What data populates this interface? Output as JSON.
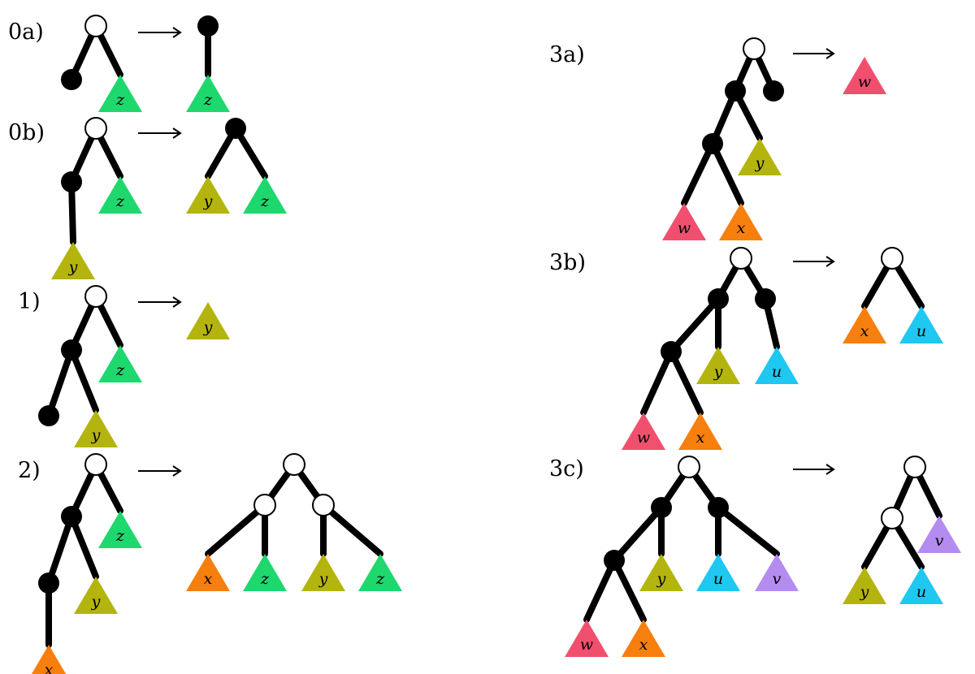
{
  "colors": {
    "w": "#f0506e",
    "x": "#f77f0e",
    "y": "#b4b40e",
    "z": "#1ed86e",
    "u": "#1ec8f0",
    "v": "#b48cf0"
  },
  "panels": [
    {
      "id": "0a",
      "label": "0a)",
      "lhs": {
        "nodes": [
          {
            "k": "n1",
            "fill": "open"
          },
          {
            "k": "n2",
            "fill": "filled"
          }
        ],
        "edges": [
          [
            "n1",
            "n2"
          ],
          [
            "n1",
            "tz"
          ]
        ],
        "subtrees": [
          {
            "k": "tz",
            "var": "z"
          }
        ]
      },
      "rhs": {
        "nodes": [
          {
            "k": "n1",
            "fill": "filled"
          }
        ],
        "edges": [
          [
            "n1",
            "tz"
          ]
        ],
        "subtrees": [
          {
            "k": "tz",
            "var": "z"
          }
        ]
      }
    },
    {
      "id": "0b",
      "label": "0b)",
      "lhs": {
        "nodes": [
          {
            "k": "n1",
            "fill": "open"
          },
          {
            "k": "n2",
            "fill": "filled"
          }
        ],
        "edges": [
          [
            "n1",
            "n2"
          ],
          [
            "n1",
            "tz"
          ],
          [
            "n2",
            "ty"
          ]
        ],
        "subtrees": [
          {
            "k": "tz",
            "var": "z"
          },
          {
            "k": "ty",
            "var": "y"
          }
        ]
      },
      "rhs": {
        "nodes": [
          {
            "k": "n1",
            "fill": "filled"
          }
        ],
        "edges": [
          [
            "n1",
            "ty"
          ],
          [
            "n1",
            "tz"
          ]
        ],
        "subtrees": [
          {
            "k": "ty",
            "var": "y"
          },
          {
            "k": "tz",
            "var": "z"
          }
        ]
      }
    },
    {
      "id": "1",
      "label": "1)",
      "lhs": {
        "nodes": [
          {
            "k": "n1",
            "fill": "open"
          },
          {
            "k": "n2",
            "fill": "filled"
          },
          {
            "k": "n3",
            "fill": "filled"
          }
        ],
        "edges": [
          [
            "n1",
            "n2"
          ],
          [
            "n1",
            "tz"
          ],
          [
            "n2",
            "n3"
          ],
          [
            "n2",
            "ty"
          ]
        ],
        "subtrees": [
          {
            "k": "tz",
            "var": "z"
          },
          {
            "k": "ty",
            "var": "y"
          }
        ]
      },
      "rhs": {
        "nodes": [],
        "edges": [],
        "subtrees": [
          {
            "k": "ty",
            "var": "y"
          }
        ]
      }
    },
    {
      "id": "2",
      "label": "2)",
      "lhs": {
        "nodes": [
          {
            "k": "n1",
            "fill": "open"
          },
          {
            "k": "n2",
            "fill": "filled"
          },
          {
            "k": "n3",
            "fill": "filled"
          }
        ],
        "edges": [
          [
            "n1",
            "n2"
          ],
          [
            "n1",
            "tz"
          ],
          [
            "n2",
            "n3"
          ],
          [
            "n2",
            "ty"
          ],
          [
            "n3",
            "tx"
          ]
        ],
        "subtrees": [
          {
            "k": "tz",
            "var": "z"
          },
          {
            "k": "ty",
            "var": "y"
          },
          {
            "k": "tx",
            "var": "x"
          }
        ]
      },
      "rhs": {
        "nodes": [
          {
            "k": "n1",
            "fill": "open"
          },
          {
            "k": "n2",
            "fill": "open"
          },
          {
            "k": "n3",
            "fill": "open"
          }
        ],
        "edges": [
          [
            "n1",
            "n2"
          ],
          [
            "n1",
            "n3"
          ],
          [
            "n2",
            "tx"
          ],
          [
            "n2",
            "tz1"
          ],
          [
            "n3",
            "ty"
          ],
          [
            "n3",
            "tz2"
          ]
        ],
        "subtrees": [
          {
            "k": "tx",
            "var": "x"
          },
          {
            "k": "tz1",
            "var": "z"
          },
          {
            "k": "ty",
            "var": "y"
          },
          {
            "k": "tz2",
            "var": "z"
          }
        ]
      }
    },
    {
      "id": "3a",
      "label": "3a)",
      "lhs": {
        "nodes": [
          {
            "k": "n1",
            "fill": "open"
          },
          {
            "k": "n2",
            "fill": "filled"
          },
          {
            "k": "n3",
            "fill": "filled"
          },
          {
            "k": "n4",
            "fill": "filled"
          }
        ],
        "edges": [
          [
            "n1",
            "n2"
          ],
          [
            "n1",
            "n3"
          ],
          [
            "n2",
            "n4"
          ],
          [
            "n2",
            "ty"
          ],
          [
            "n4",
            "tw"
          ],
          [
            "n4",
            "tx"
          ]
        ],
        "subtrees": [
          {
            "k": "ty",
            "var": "y"
          },
          {
            "k": "tw",
            "var": "w"
          },
          {
            "k": "tx",
            "var": "x"
          }
        ]
      },
      "rhs": {
        "nodes": [],
        "edges": [],
        "subtrees": [
          {
            "k": "tw",
            "var": "w"
          }
        ]
      }
    },
    {
      "id": "3b",
      "label": "3b)",
      "lhs": {
        "nodes": [
          {
            "k": "n1",
            "fill": "open"
          },
          {
            "k": "n2",
            "fill": "filled"
          },
          {
            "k": "n3",
            "fill": "filled"
          },
          {
            "k": "n4",
            "fill": "filled"
          }
        ],
        "edges": [
          [
            "n1",
            "n2"
          ],
          [
            "n1",
            "n3"
          ],
          [
            "n2",
            "n4"
          ],
          [
            "n2",
            "ty"
          ],
          [
            "n3",
            "tu"
          ],
          [
            "n4",
            "tw"
          ],
          [
            "n4",
            "tx"
          ]
        ],
        "subtrees": [
          {
            "k": "ty",
            "var": "y"
          },
          {
            "k": "tu",
            "var": "u"
          },
          {
            "k": "tw",
            "var": "w"
          },
          {
            "k": "tx",
            "var": "x"
          }
        ]
      },
      "rhs": {
        "nodes": [
          {
            "k": "n1",
            "fill": "open"
          }
        ],
        "edges": [
          [
            "n1",
            "tx"
          ],
          [
            "n1",
            "tu"
          ]
        ],
        "subtrees": [
          {
            "k": "tx",
            "var": "x"
          },
          {
            "k": "tu",
            "var": "u"
          }
        ]
      }
    },
    {
      "id": "3c",
      "label": "3c)",
      "lhs": {
        "nodes": [
          {
            "k": "n1",
            "fill": "open"
          },
          {
            "k": "n2",
            "fill": "filled"
          },
          {
            "k": "n3",
            "fill": "filled"
          },
          {
            "k": "n4",
            "fill": "filled"
          }
        ],
        "edges": [
          [
            "n1",
            "n2"
          ],
          [
            "n1",
            "n3"
          ],
          [
            "n2",
            "n4"
          ],
          [
            "n2",
            "ty"
          ],
          [
            "n3",
            "tu"
          ],
          [
            "n3",
            "tv"
          ],
          [
            "n4",
            "tw"
          ],
          [
            "n4",
            "tx"
          ]
        ],
        "subtrees": [
          {
            "k": "ty",
            "var": "y"
          },
          {
            "k": "tu",
            "var": "u"
          },
          {
            "k": "tv",
            "var": "v"
          },
          {
            "k": "tw",
            "var": "w"
          },
          {
            "k": "tx",
            "var": "x"
          }
        ]
      },
      "rhs": {
        "nodes": [
          {
            "k": "n1",
            "fill": "open"
          },
          {
            "k": "n2",
            "fill": "open"
          }
        ],
        "edges": [
          [
            "n1",
            "n2"
          ],
          [
            "n1",
            "tv"
          ],
          [
            "n2",
            "ty"
          ],
          [
            "n2",
            "tu"
          ]
        ],
        "subtrees": [
          {
            "k": "tv",
            "var": "v"
          },
          {
            "k": "ty",
            "var": "y"
          },
          {
            "k": "tu",
            "var": "u"
          }
        ]
      }
    }
  ]
}
